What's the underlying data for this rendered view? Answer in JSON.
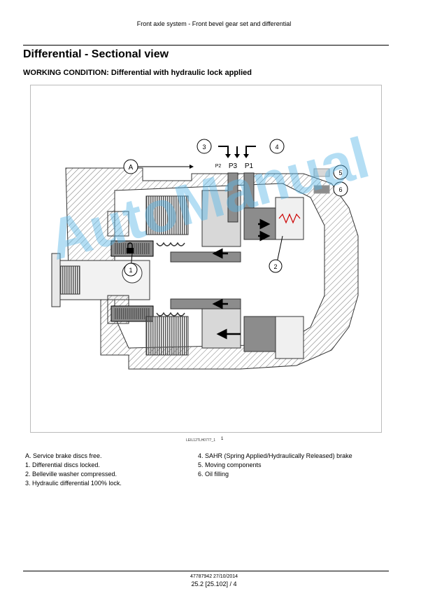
{
  "header": {
    "running_title": "Front axle system - Front bevel gear set and differential"
  },
  "section": {
    "title": "Differential - Sectional view",
    "subtitle": "WORKING CONDITION: Differential with hydraulic lock applied"
  },
  "figure": {
    "callouts": {
      "A": "A",
      "c1": "1",
      "c2": "2",
      "c3": "3",
      "c4": "4",
      "c5": "5",
      "c6": "6"
    },
    "port_labels": {
      "p2": "P2",
      "p3": "P3",
      "p1": "P1"
    },
    "swatches": {
      "moving_color": "#d8d8d8",
      "oil_color": "#8c8c8c"
    },
    "reference": "LEIL12TLH0777_1",
    "number": "1"
  },
  "legend": {
    "left": [
      "A. Service brake discs free.",
      "1. Differential discs locked.",
      "2. Belleville washer compressed.",
      "3. Hydraulic differential 100% lock."
    ],
    "right": [
      "4. SAHR (Spring Applied/Hydraulically Released) brake",
      "5. Moving components",
      "6. Oil filling"
    ]
  },
  "watermark": "AutoManual",
  "footer": {
    "doc_id": "47787942 27/10/2014",
    "page": "25.2 [25.102] / 4"
  }
}
